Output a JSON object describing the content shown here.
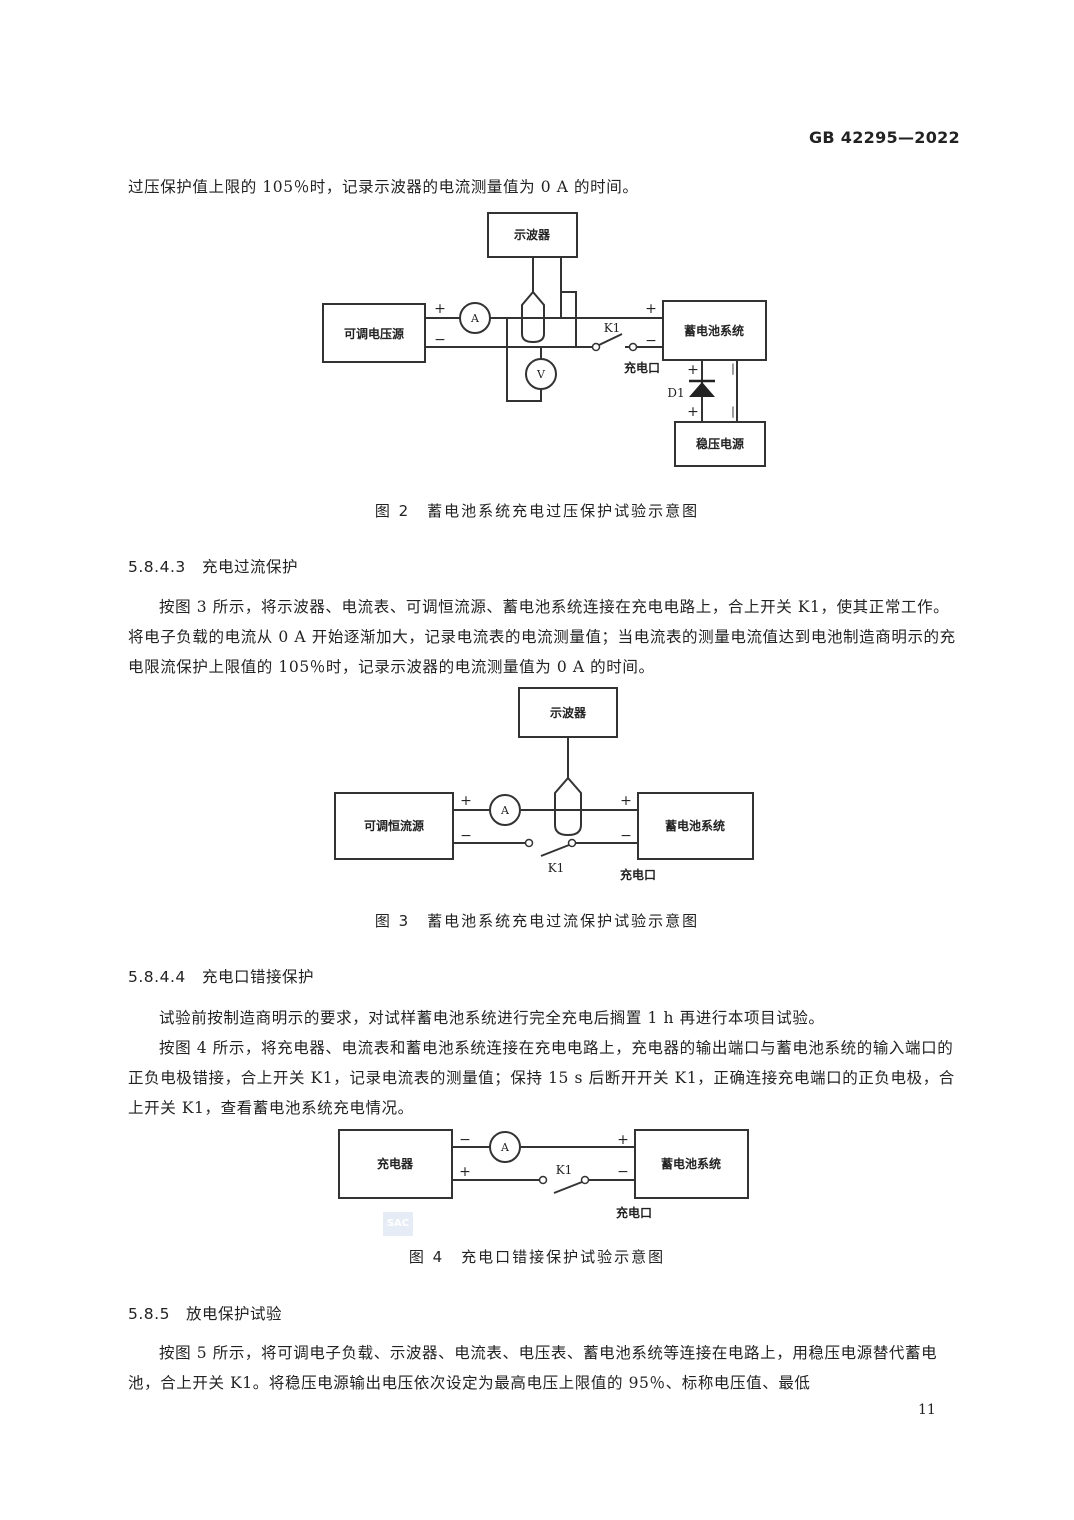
{
  "header": {
    "standard_number": "GB 42295—2022"
  },
  "intro_paragraph": "过压保护值上限的 105％时，记录示波器的电流测量值为 0 A 的时间。",
  "figure2": {
    "caption": "图 2　蓄电池系统充电过压保护试验示意图",
    "oscilloscope": "示波器",
    "source": "可调电压源",
    "battery": "蓄电池系统",
    "regulated_supply": "稳压电源",
    "ammeter": "A",
    "voltmeter": "V",
    "switch": "K1",
    "port": "充电口",
    "diode": "D1",
    "plus": "+",
    "minus": "−",
    "bar": "|"
  },
  "section_5843": {
    "number": "5.8.4.3",
    "title": "充电过流保护",
    "paragraph": "按图 3 所示，将示波器、电流表、可调恒流源、蓄电池系统连接在充电电路上，合上开关 K1，使其正常工作。将电子负载的电流从 0 A 开始逐渐加大，记录电流表的电流测量值；当电流表的测量电流值达到电池制造商明示的充电限流保护上限值的 105％时，记录示波器的电流测量值为 0 A 的时间。"
  },
  "figure3": {
    "caption": "图 3　蓄电池系统充电过流保护试验示意图",
    "oscilloscope": "示波器",
    "source": "可调恒流源",
    "battery": "蓄电池系统",
    "ammeter": "A",
    "switch": "K1",
    "port": "充电口",
    "plus": "+",
    "minus": "−"
  },
  "section_5844": {
    "number": "5.8.4.4",
    "title": "充电口错接保护",
    "paragraph1": "试验前按制造商明示的要求，对试样蓄电池系统进行完全充电后搁置 1 h 再进行本项目试验。",
    "paragraph2": "按图 4 所示，将充电器、电流表和蓄电池系统连接在充电电路上，充电器的输出端口与蓄电池系统的输入端口的正负电极错接，合上开关 K1，记录电流表的测量值；保持 15 s 后断开开关 K1，正确连接充电端口的正负电极，合上开关 K1，查看蓄电池系统充电情况。"
  },
  "figure4": {
    "caption": "图 4　充电口错接保护试验示意图",
    "charger": "充电器",
    "battery": "蓄电池系统",
    "ammeter": "A",
    "switch": "K1",
    "port": "充电口",
    "plus": "+",
    "minus": "−"
  },
  "watermark": "SAC",
  "section_585": {
    "number": "5.8.5",
    "title": "放电保护试验",
    "paragraph": "按图 5 所示，将可调电子负载、示波器、电流表、电压表、蓄电池系统等连接在电路上，用稳压电源替代蓄电池，合上开关 K1。将稳压电源输出电压依次设定为最高电压上限值的 95％、标称电压值、最低"
  },
  "footer": {
    "page_number": "11"
  }
}
